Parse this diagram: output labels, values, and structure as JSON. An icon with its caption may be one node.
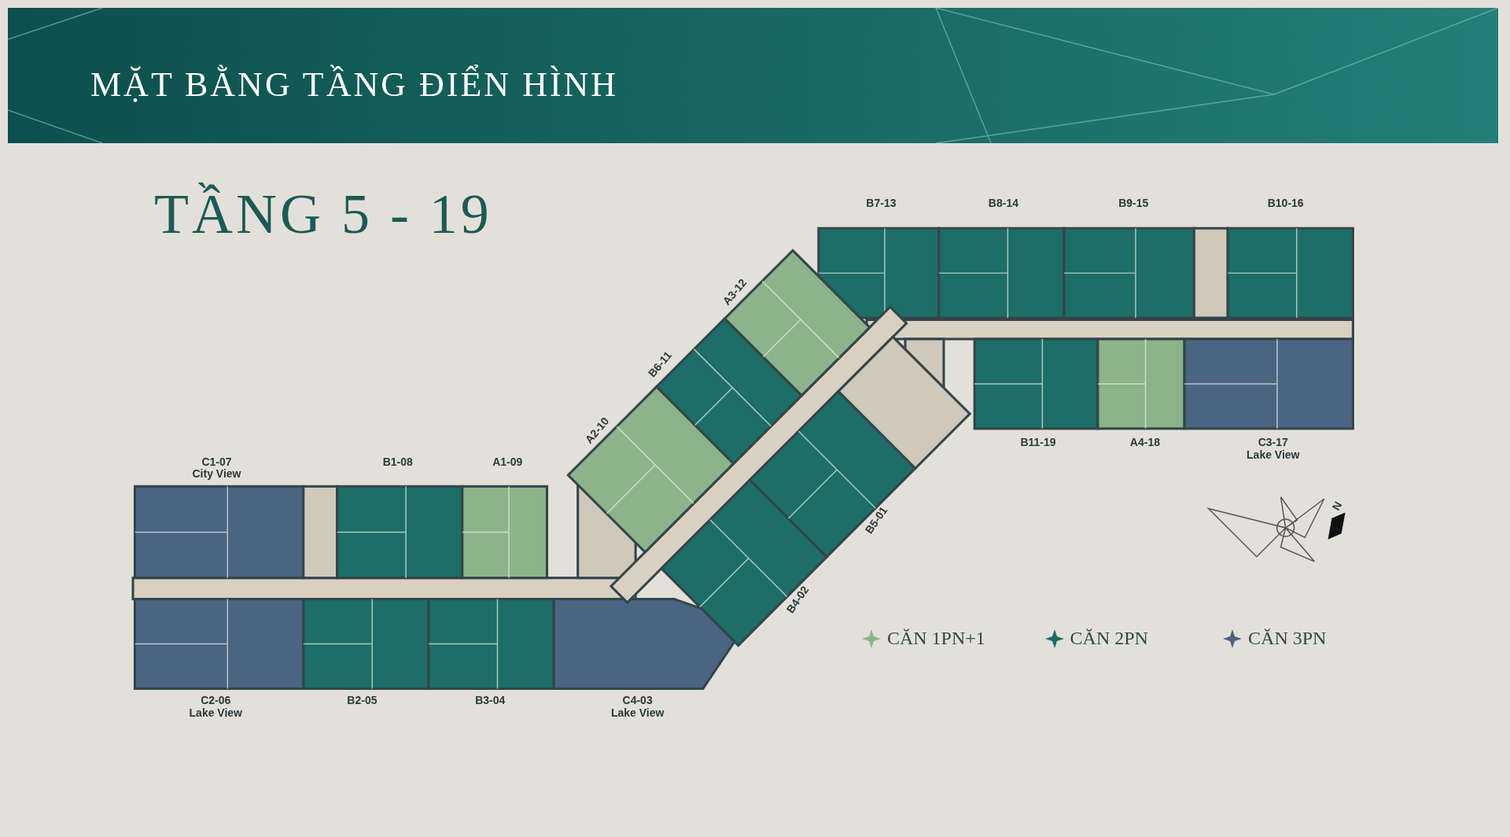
{
  "diagram": {
    "title": "MẶT BẰNG TẦNG ĐIỂN HÌNH",
    "labels": [
      "TẦNG 5 - 19",
      "B7-13",
      "B8-14",
      "B9-15",
      "B10-16",
      "A3-12",
      "B6-11",
      "A2-10",
      "C1-07",
      "City View",
      "B1-08",
      "A1-09",
      "B11-19",
      "A4-18",
      "C3-17",
      "Lake View",
      "B5-01",
      "N",
      "B4-02",
      "C2-06",
      "Lake View",
      "B2-05",
      "B3-04",
      "C4-03",
      "Lake View"
    ],
    "legend": [
      {
        "text": "CĂN 1PN+1",
        "color": "#8db38a"
      },
      {
        "text": "CĂN 2PN",
        "color": "#1d6e67"
      },
      {
        "text": "CĂN 3PN",
        "color": "#4b6481"
      }
    ]
  }
}
